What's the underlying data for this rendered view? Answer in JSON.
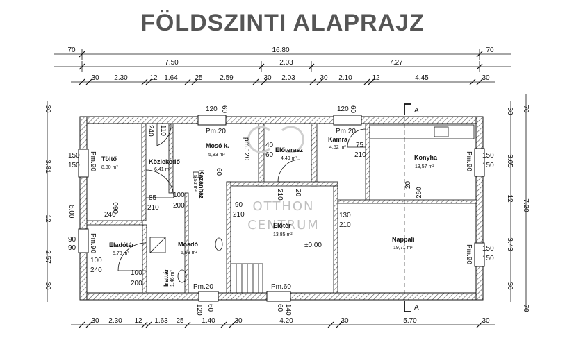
{
  "title": "FÖLDSZINTI ALAPRAJZ",
  "dims": {
    "top1": [
      "70",
      "16.80",
      "70"
    ],
    "top2": [
      "7.50",
      "2.03",
      "7.27"
    ],
    "top3": [
      "30",
      "2.30",
      "12",
      "1.64",
      "25",
      "2.59",
      "30",
      "2.03",
      "30",
      "2.10",
      "12",
      "4.45",
      "30"
    ],
    "bottom": [
      "30",
      "2.30",
      "12",
      "1.63",
      "25",
      "1.40",
      "30",
      "4.20",
      "30",
      "5.70",
      "30"
    ],
    "left": [
      "30",
      "3.81",
      "12",
      "2.57",
      "30"
    ],
    "right": [
      "70",
      "30",
      "3.05",
      "12",
      "3.43",
      "30",
      "70",
      "7.20"
    ]
  },
  "rooms": {
    "tolto": {
      "name": "Töltő",
      "area": "8,80 m²"
    },
    "kozlekedo": {
      "name": "Közlekedő",
      "area": "6,41 m²"
    },
    "moso_k": {
      "name": "Mosó k.",
      "area": "5,83 m²"
    },
    "eloterasz": {
      "name": "Előterasz",
      "area": "4,49 m²"
    },
    "kamra": {
      "name": "Kamra",
      "area": "4,52 m²"
    },
    "konyha": {
      "name": "Konyha",
      "area": "13,57 m²"
    },
    "eladoter": {
      "name": "Eladótér",
      "area": "5,78 m²"
    },
    "mosdo": {
      "name": "Mosdó",
      "area": "5,99 m²"
    },
    "eloter": {
      "name": "Előtér",
      "area": "13,85 m²"
    },
    "nappali": {
      "name": "Nappali",
      "area": "19,71 m²"
    },
    "iratar": {
      "name": "Irattár",
      "area": "1,46 m²"
    },
    "kazanhaz": {
      "name": "Kazánház",
      "area": "5,53 m²"
    }
  },
  "level": "±0,00",
  "openings": {
    "pm20": "Pm.20",
    "pm60": "Pm.60",
    "pm90": "Pm.90",
    "pm120": "pm.120",
    "n120": "120",
    "n60": "60",
    "n40": "40",
    "n75": "75",
    "n210": "210",
    "n150": "150",
    "n110": "110",
    "n240": "240",
    "n85": "85",
    "n100": "100",
    "n200": "200",
    "n90": "90",
    "n130": "130",
    "n140": "140",
    "n260": "260",
    "n20": "20",
    "n060": "060",
    "n6_00": "6.00"
  },
  "section": "A",
  "watermark": {
    "line1": "OTTHON",
    "line2": "CENTRUM"
  }
}
